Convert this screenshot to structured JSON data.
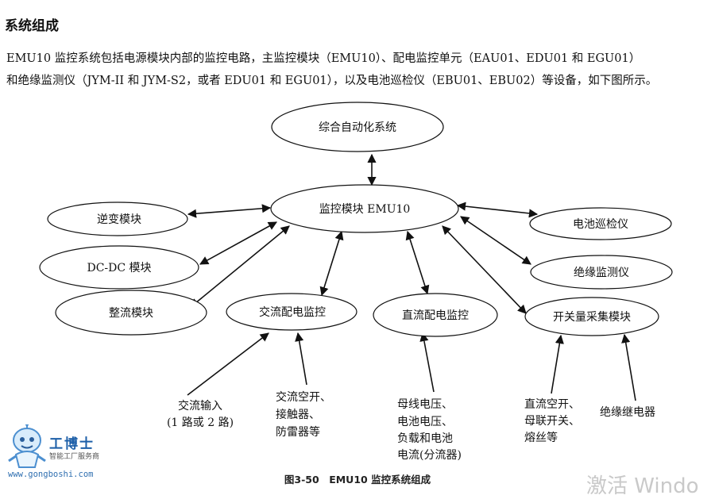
{
  "heading": "系统组成",
  "paragraph": {
    "line1": "EMU10 监控系统包括电源模块内部的监控电路，主监控模块（EMU10）、配电监控单元（EAU01、EDU01 和 EGU01）",
    "line2": "和绝缘监测仪（JYM-II 和 JYM-S2，或者 EDU01 和 EGU01），以及电池巡检仪（EBU01、EBU02）等设备，如下图所示。"
  },
  "nodes": {
    "auto_system": "综合自动化系统",
    "monitor_emu10": "监控模块 EMU10",
    "inverter": "逆变模块",
    "dcdc": "DC-DC 模块",
    "rectifier": "整流模块",
    "ac_monitor": "交流配电监控",
    "dc_monitor": "直流配电监控",
    "battery_inspector": "电池巡检仪",
    "insulation_monitor": "绝缘监测仪",
    "switch_module": "开关量采集模块"
  },
  "inputs": {
    "ac_input": [
      "交流输入",
      "(1 路或 2 路)"
    ],
    "ac_breakers": [
      "交流空开、",
      "接触器、",
      "防雷器等"
    ],
    "dc_signals": [
      "母线电压、",
      "电池电压、",
      "负载和电池",
      "电流(分流器)"
    ],
    "switch_inputs": [
      "直流空开、",
      "母联开关、",
      "熔丝等"
    ],
    "insulation_relay": [
      "绝缘继电器"
    ]
  },
  "caption": "图3-50　EMU10 监控系统组成",
  "logo": {
    "name": "工博士",
    "subtitle": "智能工厂服务商",
    "url": "www.gongboshi.com"
  },
  "watermark": "激活 Windo"
}
